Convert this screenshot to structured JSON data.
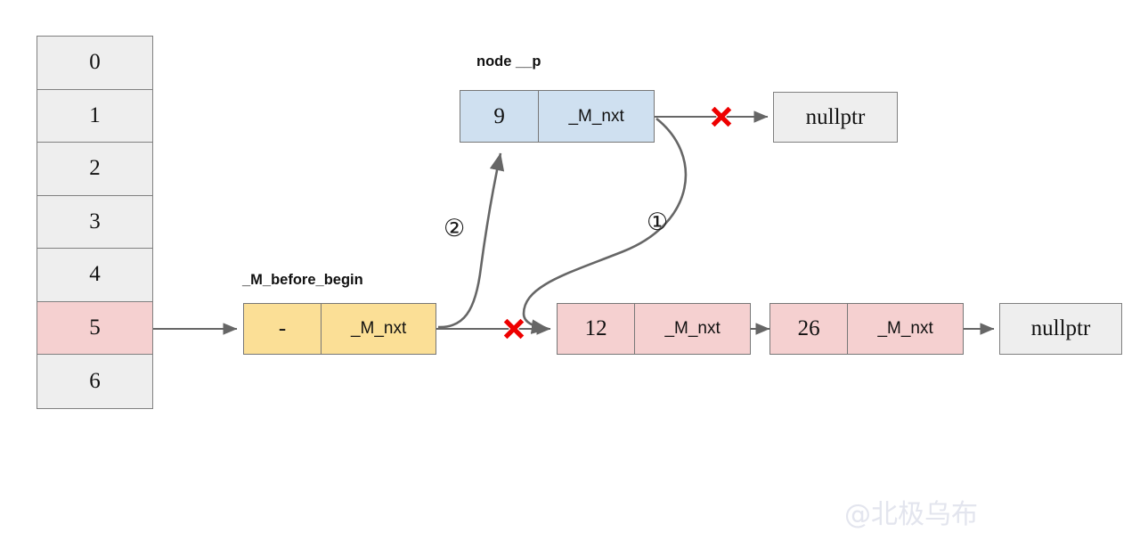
{
  "diagram": {
    "title_hidden": "",
    "watermark": "@北极乌布"
  },
  "bucket_array": {
    "name": "hash-bucket-array",
    "cells": [
      {
        "index": "0",
        "highlighted": false
      },
      {
        "index": "1",
        "highlighted": false
      },
      {
        "index": "2",
        "highlighted": false
      },
      {
        "index": "3",
        "highlighted": false
      },
      {
        "index": "4",
        "highlighted": false
      },
      {
        "index": "5",
        "highlighted": true
      },
      {
        "index": "6",
        "highlighted": false
      }
    ]
  },
  "nodes": {
    "p": {
      "caption": "node __p",
      "value": "9",
      "next_label": "_M_nxt",
      "color": "#cfe0f0"
    },
    "before_begin": {
      "caption": "_M_before_begin",
      "value": "-",
      "next_label": "_M_nxt",
      "color": "#fbdf96"
    },
    "n12": {
      "value": "12",
      "next_label": "_M_nxt",
      "color": "#f5d0d0"
    },
    "n26": {
      "value": "26",
      "next_label": "_M_nxt",
      "color": "#f5d0d0"
    }
  },
  "terminals": {
    "null_top": "nullptr",
    "null_bottom": "nullptr"
  },
  "steps": {
    "one": "①",
    "two": "②"
  },
  "markers": {
    "cut_color": "#ee0000",
    "cut_top_label": "broken-link-top",
    "cut_bottom_label": "broken-link-bottom"
  },
  "colors": {
    "edge": "#666666",
    "box_border": "#777777",
    "array_border": "#808080",
    "gray_fill": "#eeeeee",
    "pink_fill": "#f5d0d0",
    "blue_fill": "#cfe0f0",
    "amber_fill": "#fbdf96",
    "red": "#ee0000"
  }
}
